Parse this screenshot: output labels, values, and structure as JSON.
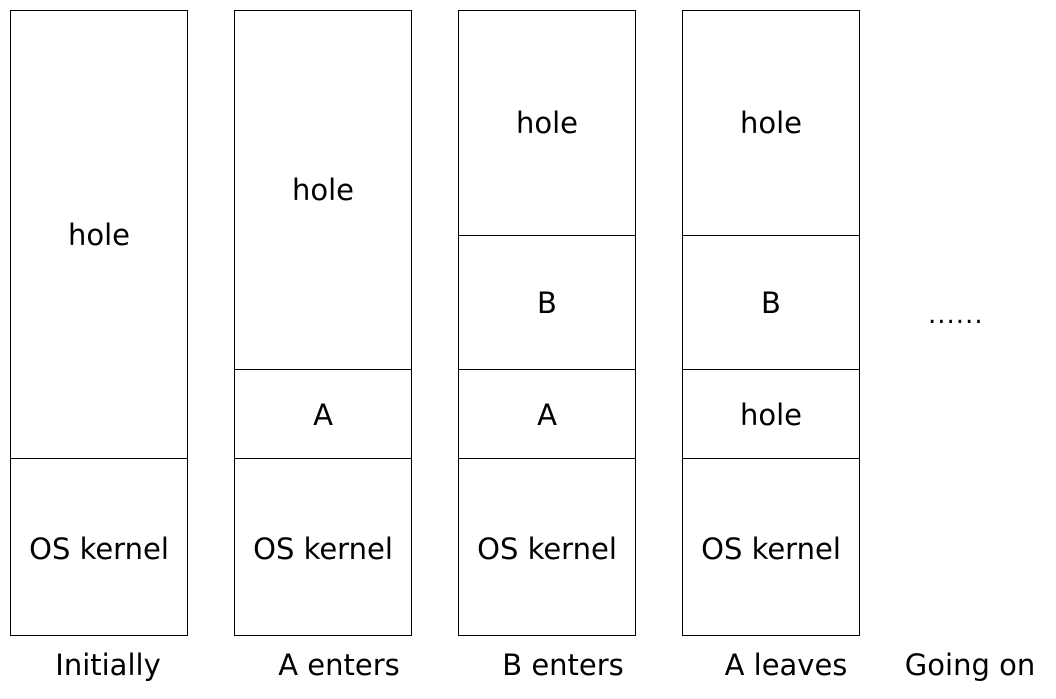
{
  "columns": [
    {
      "caption": "Initially",
      "segments": [
        "hole",
        "OS kernel"
      ]
    },
    {
      "caption": "A enters",
      "segments": [
        "hole",
        "A",
        "OS kernel"
      ]
    },
    {
      "caption": "B enters",
      "segments": [
        "hole",
        "B",
        "A",
        "OS kernel"
      ]
    },
    {
      "caption": "A leaves",
      "segments": [
        "hole",
        "B",
        "hole",
        "OS kernel"
      ]
    }
  ],
  "going_on": {
    "dots": "......",
    "caption": "Going on"
  }
}
